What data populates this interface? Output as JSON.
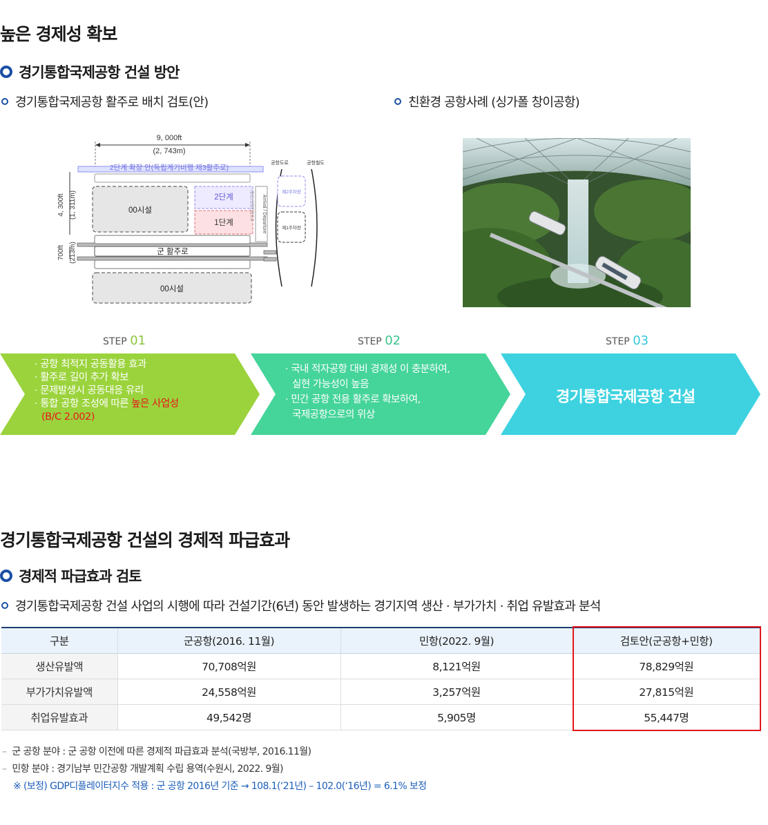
{
  "section1": {
    "title": "높은 경제성 확보",
    "subtitle": "경기통합국제공항 건설 방안",
    "left_caption": "경기통합국제공항 활주로 배치 검토(안)",
    "right_caption": "친환경 공항사례 (싱가폴 창이공항)"
  },
  "diagram": {
    "width_ft": "9, 000ft",
    "width_m": "(2, 743m)",
    "phase2_ext": "2단계 확장 안(독립계기비행 제3활주로)",
    "height_ft": "4, 300ft",
    "height_m": "(1, 311m)",
    "gap_ft": "700ft",
    "gap_m": "(213m)",
    "facility1": "00시설",
    "facility2": "00시설",
    "stage2": "2단계",
    "stage1": "1단계",
    "runway": "군 활주로",
    "road_label": "공항도로",
    "rail_label": "공항철도",
    "parking2": "제2주차장",
    "parking1": "제1주차장",
    "vertical_road": "Arrival / Departure",
    "vertical_small": "(점선) 공항진입도로"
  },
  "steps": [
    {
      "prefix": "STEP ",
      "num": "01",
      "items": [
        "공항 최적지 공동활용 효과",
        "활주로 길이 추가 확보",
        "문제발생시 공동대응 유리"
      ],
      "last_item_prefix": "통합 공항 조성에 따른 ",
      "last_item_highlight": "높은 사업성",
      "last_item_sub": "(B/C 2.002)",
      "color": "#9bd33c"
    },
    {
      "prefix": "STEP ",
      "num": "02",
      "items": [
        "국내 적자공항 대비 경제성 이 충분하여,",
        "실현 가능성이 높음",
        "민간 공항 전용 활주로 확보하여,",
        "국제공항으로의 위상"
      ],
      "color": "#45d49a"
    },
    {
      "prefix": "STEP ",
      "num": "03",
      "text": "경기통합국제공항 건설",
      "color": "#3ed2e0"
    }
  ],
  "section2": {
    "title": "경기통합국제공항 건설의 경제적 파급효과",
    "subtitle": "경제적 파급효과 검토",
    "caption": "경기통합국제공항 건설 사업의 시행에 따라 건설기간(6년) 동안 발생하는 경기지역 생산 · 부가가치 · 취업 유발효과 분석"
  },
  "table": {
    "headers": [
      "구분",
      "군공항(2016. 11월)",
      "민항(2022. 9월)",
      "검토안(군공항+민항)"
    ],
    "rows": [
      [
        "생산유발액",
        "70,708억원",
        "8,121억원",
        "78,829억원"
      ],
      [
        "부가가치유발액",
        "24,558억원",
        "3,257억원",
        "27,815억원"
      ],
      [
        "취업유발효과",
        "49,542명",
        "5,905명",
        "55,447명"
      ]
    ]
  },
  "notes": {
    "note1": "군 공항 분야 : 군 공항 이전에 따른 경제적 파급효과 분석(국방부, 2016.11월)",
    "note2": "민항 분야 : 경기남부 민간공항 개발계획 수립 용역(수원시, 2022. 9월)",
    "note3": "※ (보정) GDP디플레이터지수 적용 : 군 공항 2016년 기준 → 108.1(‘21년) – 102.0(‘16년) = 6.1% 보정"
  },
  "colors": {
    "accent_blue": "#1b4fa5",
    "highlight_red": "#e2141b",
    "step1": "#9bd33c",
    "step2": "#45d49a",
    "step3": "#3ed2e0"
  }
}
